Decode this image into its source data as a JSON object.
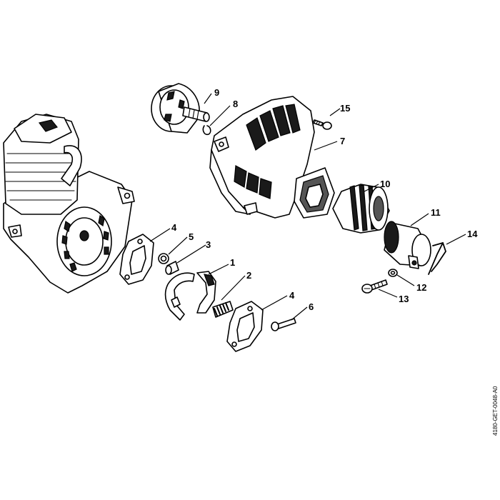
{
  "labels": {
    "p1": "1",
    "p2": "2",
    "p3": "3",
    "p4a": "4",
    "p4b": "4",
    "p5": "5",
    "p6": "6",
    "p7": "7",
    "p8": "8",
    "p9": "9",
    "p10": "10",
    "p11": "11",
    "p12": "12",
    "p13": "13",
    "p14": "14",
    "p15": "15"
  },
  "reference_code": "4180-GET-0048-A0"
}
